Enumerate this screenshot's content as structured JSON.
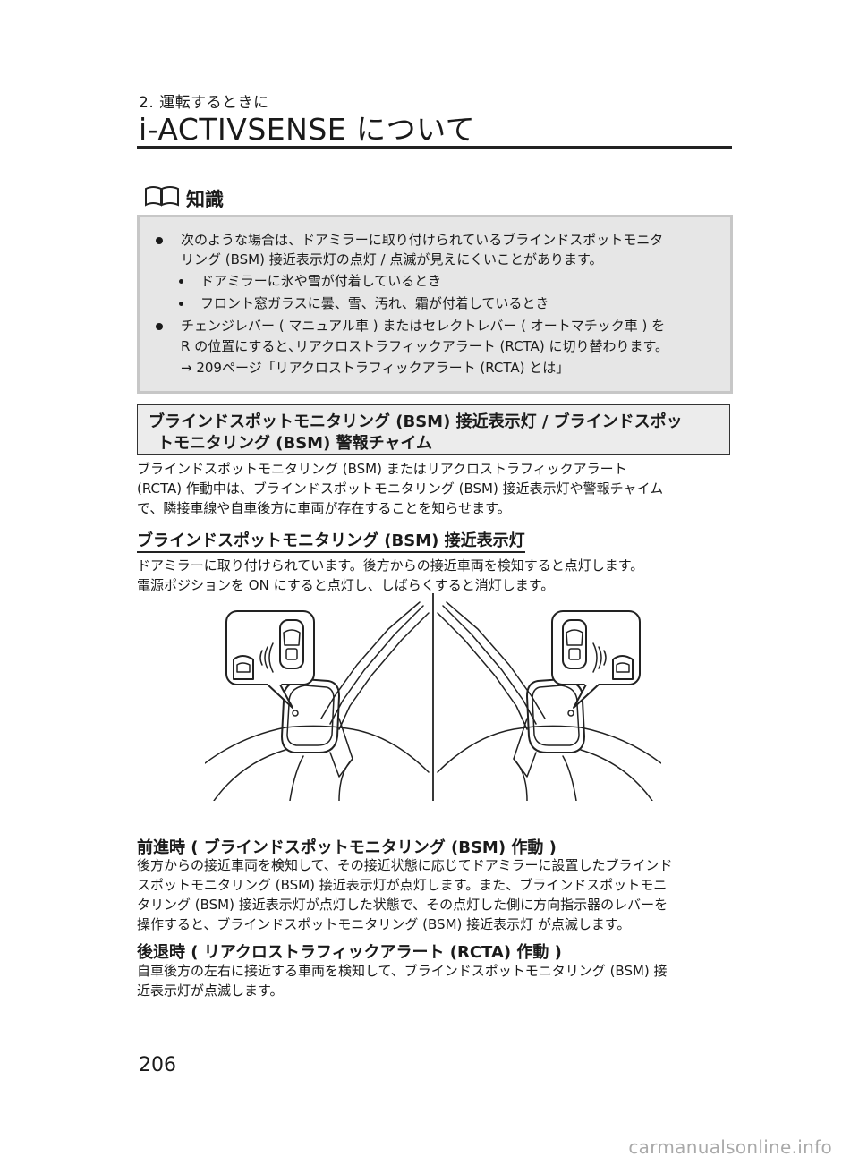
{
  "header": {
    "chapter": "2. 運転するときに",
    "title": "i-ACTIVSENSE について"
  },
  "note": {
    "label": "知識",
    "icon": "book-icon",
    "items": [
      {
        "line1": "次のような場合は、ドアミラーに取り付けられているブラインドスポットモニタ",
        "line2": "リング (BSM) 接近表示灯の点灯 / 点滅が見えにくいことがあります。",
        "sub_items": [
          "ドアミラーに氷や雪が付着しているとき",
          "フロント窓ガラスに曇、雪、汚れ、霜が付着しているとき"
        ]
      },
      {
        "line1": "チェンジレバー ( マニュアル車 ) またはセレクトレバー ( オートマチック車 ) を",
        "line2": "R の位置にすると､リアクロストラフィックアラート (RCTA) に切り替わります。",
        "ref": "→ 209ページ「リアクロストラフィックアラート (RCTA) とは」"
      }
    ]
  },
  "section1": {
    "heading_line1": "ブラインドスポットモニタリング (BSM) 接近表示灯 / ブラインドスポッ",
    "heading_line2": "トモニタリング (BSM) 警報チャイム",
    "body": [
      "ブラインドスポットモニタリング (BSM) またはリアクロストラフィックアラート",
      "(RCTA) 作動中は、ブラインドスポットモニタリング (BSM) 接近表示灯や警報チャイム",
      "で、隣接車線や自車後方に車両が存在することを知らせます。"
    ]
  },
  "section2": {
    "heading": "ブラインドスポットモニタリング (BSM) 接近表示灯",
    "body": [
      "ドアミラーに取り付けられています。後方からの接近車両を検知すると点灯します。",
      "電源ポジションを ON にすると点灯し、しばらくすると消灯します。"
    ]
  },
  "section3": {
    "heading": "前進時 ( ブラインドスポットモニタリング (BSM) 作動 )",
    "body": [
      "後方からの接近車両を検知して、その接近状態に応じてドアミラーに設置したブラインド",
      "スポットモニタリング (BSM) 接近表示灯が点灯します。また、ブラインドスポットモニ",
      "タリング (BSM) 接近表示灯が点灯した状態で、その点灯した側に方向指示器のレバーを",
      "操作すると、ブラインドスポットモニタリング (BSM) 接近表示灯 が点滅します。"
    ]
  },
  "section4": {
    "heading": "後退時 ( リアクロストラフィックアラート (RCTA) 作動 )",
    "body": [
      "自車後方の左右に接近する車両を検知して、ブラインドスポットモニタリング (BSM) 接",
      "近表示灯が点滅します。"
    ]
  },
  "page_number": "206",
  "watermark": "carmanualsonline.info"
}
